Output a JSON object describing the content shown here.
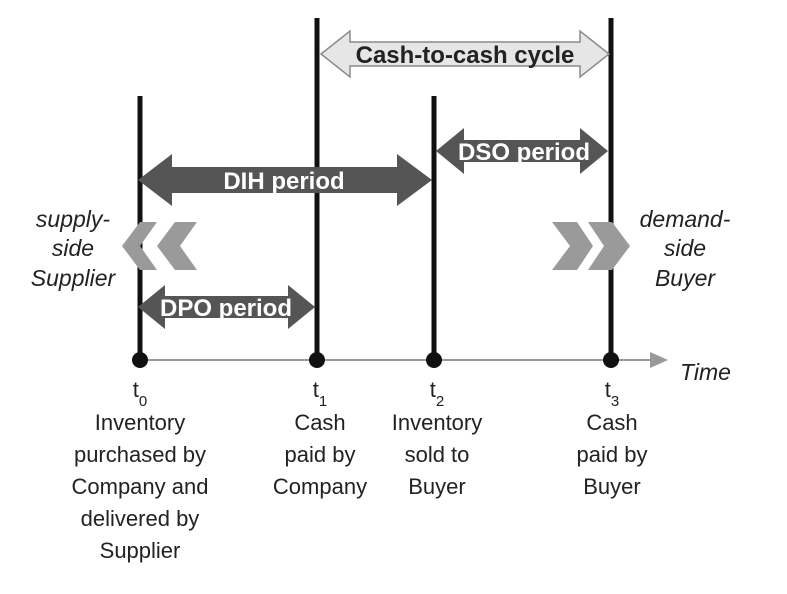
{
  "arrows": {
    "cash_to_cash": "Cash-to-cash cycle",
    "dso": "DSO period",
    "dih": "DIH period",
    "dpo": "DPO period"
  },
  "supply_side": {
    "line1": "supply-",
    "line2": "side",
    "line3": "Supplier"
  },
  "demand_side": {
    "line1": "demand-",
    "line2": "side",
    "line3": "Buyer"
  },
  "axis": {
    "label": "Time"
  },
  "timepoints": [
    {
      "label": "t",
      "sub": "0",
      "desc": [
        "Inventory",
        "purchased by",
        "Company and",
        "delivered by",
        "Supplier"
      ]
    },
    {
      "label": "t",
      "sub": "1",
      "desc": [
        "Cash",
        "paid by",
        "Company"
      ]
    },
    {
      "label": "t",
      "sub": "2",
      "desc": [
        "Inventory",
        "sold to",
        "Buyer"
      ]
    },
    {
      "label": "t",
      "sub": "3",
      "desc": [
        "Cash",
        "paid by",
        "Buyer"
      ]
    }
  ],
  "colors": {
    "dark_arrow": "#555555",
    "light_arrow": "#e6e6e6",
    "chevron": "#9a9a9a",
    "axis": "#999999",
    "line": "#111111"
  }
}
